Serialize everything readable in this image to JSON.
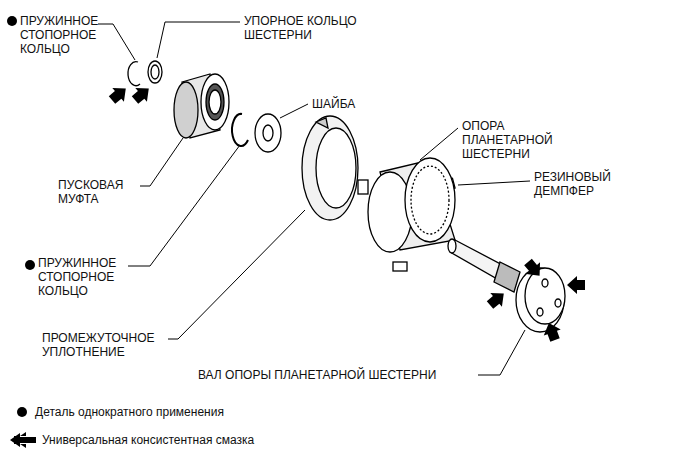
{
  "diagram": {
    "labels": [
      "ПРУЖИННОЕ СТОПОРНОЕ КОЛЬЦО",
      "УПОРНОЕ КОЛЬЦО ШЕСТЕРНИ",
      "ШАЙБА",
      "ОПОРА ПЛАНЕТАРНОЙ ШЕСТЕРНИ",
      "РЕЗИНОВЫЙ ДЕМПФЕР",
      "ПУСКОВАЯ МУФТА",
      "ПРУЖИННОЕ СТОПОРНОЕ КОЛЬЦО",
      "ПРОМЕЖУТОЧНОЕ УПЛОТНЕНИЕ",
      "ВАЛ ОПОРЫ ПЛАНЕТАРНОЙ ШЕСТЕРНИ"
    ],
    "legend": [
      {
        "text": "Деталь однократного применения"
      },
      {
        "text": "Универсальная консистентная смазка"
      }
    ]
  }
}
